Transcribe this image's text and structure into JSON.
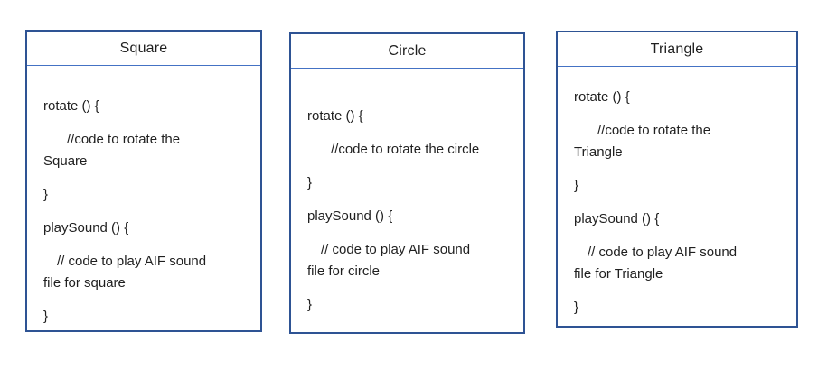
{
  "boxes": [
    {
      "title": "Square",
      "lines": [
        "rotate () {",
        "//code to rotate the",
        "Square",
        "}",
        "playSound () {",
        "// code to play AIF sound",
        "file for square",
        "}"
      ]
    },
    {
      "title": "Circle",
      "lines": [
        "rotate () {",
        "//code to rotate the circle",
        "}",
        "playSound () {",
        "// code to play AIF sound",
        "file for circle",
        "}"
      ]
    },
    {
      "title": "Triangle",
      "lines": [
        "rotate () {",
        "//code to rotate the",
        "Triangle",
        "}",
        "playSound () {",
        "// code to play AIF sound",
        "file for Triangle",
        "}"
      ]
    }
  ],
  "colors": {
    "box_border": "#2e5394",
    "title_separator": "#4472c4",
    "text": "#1f1f1f",
    "background": "#ffffff"
  }
}
